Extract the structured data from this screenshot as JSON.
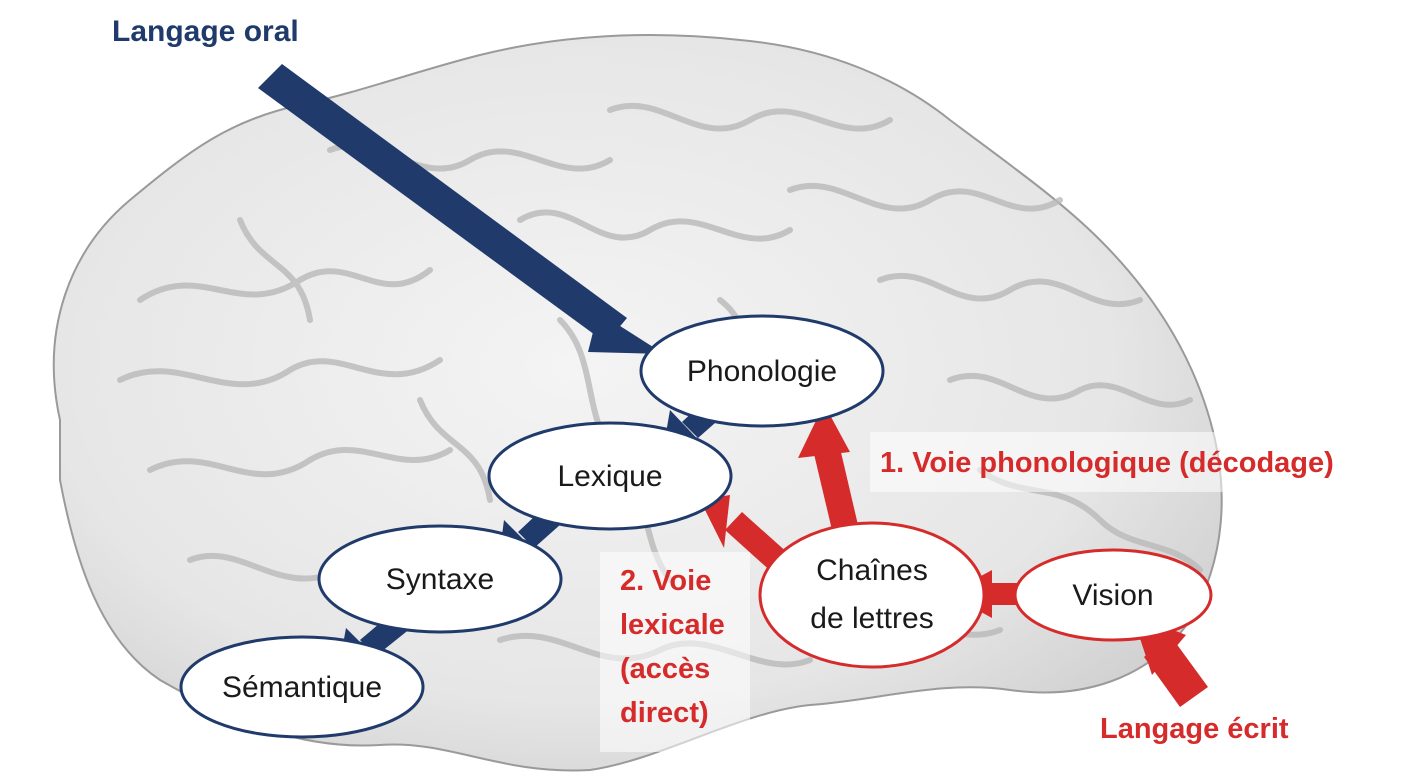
{
  "colors": {
    "oral_blue": "#1f3a6b",
    "written_red": "#d62b2b",
    "brain_light": "#efefef",
    "brain_shadow": "#b9b9b9"
  },
  "labels": {
    "langage_oral": "Langage oral",
    "langage_ecrit": "Langage écrit",
    "voie_phonologique": "1. Voie phonologique (décodage)",
    "voie_lexicale_line1": "2. Voie",
    "voie_lexicale_line2": "lexicale",
    "voie_lexicale_line3": "(accès",
    "voie_lexicale_line4": "direct)"
  },
  "nodes": {
    "phonologie": "Phonologie",
    "lexique": "Lexique",
    "syntaxe": "Syntaxe",
    "semantique": "Sémantique",
    "chaines_line1": "Chaînes",
    "chaines_line2": "de lettres",
    "vision": "Vision"
  },
  "icons": {
    "background": "brain-lateral-view-icon"
  }
}
